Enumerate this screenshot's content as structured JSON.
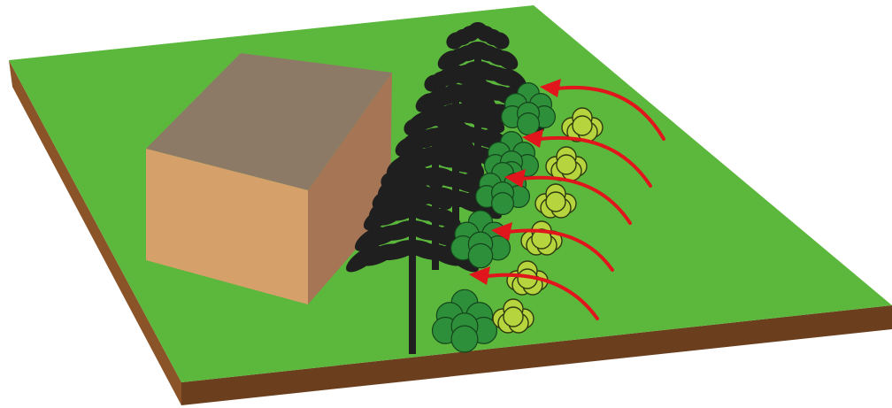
{
  "scene": {
    "colors": {
      "ground_top": "#5cb83c",
      "ground_side_dark": "#6b3f1d",
      "ground_side_light": "#8a5428",
      "building_top": "#8d7a66",
      "building_front": "#d5a06a",
      "building_side": "#a57555",
      "tall_tree": "#1f1f1f",
      "medium_tree": "#2e8f3a",
      "shrub": "#b6d43d",
      "wind_arrow": "#e0161c"
    },
    "objects": [
      {
        "name": "ground-plane",
        "type": "terrain"
      },
      {
        "name": "building",
        "type": "box"
      },
      {
        "name": "tall-tree-row",
        "type": "trees",
        "count": 4
      },
      {
        "name": "medium-tree-row",
        "type": "trees",
        "count": 5
      },
      {
        "name": "shrub-row",
        "type": "shrubs",
        "count": 6
      },
      {
        "name": "wind-arrows",
        "type": "arrows",
        "count": 5
      }
    ]
  }
}
